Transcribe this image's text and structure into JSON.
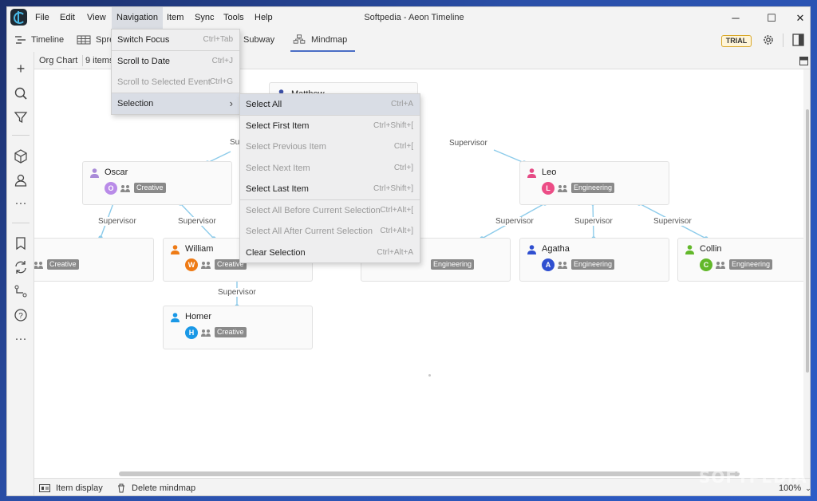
{
  "app": {
    "title": "Softpedia - Aeon Timeline",
    "menus": [
      "File",
      "Edit",
      "View",
      "Navigation",
      "Item",
      "Sync",
      "Tools",
      "Help"
    ],
    "window_controls": {
      "minimize": "─",
      "maximize": "☐",
      "close": "✕"
    }
  },
  "toolbar": {
    "tabs": [
      {
        "label": "Timeline",
        "icon": "timeline-icon"
      },
      {
        "label": "Spre",
        "icon": "spreadsheet-icon"
      },
      {
        "label": "Subway",
        "icon": "subway-icon"
      },
      {
        "label": "Mindmap",
        "icon": "mindmap-icon",
        "selected": true
      }
    ],
    "trial_badge": "TRIAL",
    "accent": "#4a6ec5"
  },
  "breadcrumb": {
    "view": "Org Chart",
    "count": "9 items"
  },
  "sidebar": {
    "icons": [
      "add-icon",
      "search-icon",
      "filter-icon",
      "cube-icon",
      "person-icon",
      "more-icon",
      "bookmark-icon",
      "sync-icon",
      "path-icon",
      "help-icon",
      "more-icon"
    ]
  },
  "nav_menu": {
    "items": [
      {
        "label": "Switch Focus",
        "shortcut": "Ctrl+Tab",
        "disabled": false
      },
      {
        "label": "Scroll to Date",
        "shortcut": "Ctrl+J",
        "disabled": false
      },
      {
        "label": "Scroll to Selected Event",
        "shortcut": "Ctrl+G",
        "disabled": true
      },
      {
        "label": "Selection",
        "shortcut": "›",
        "disabled": false,
        "highlighted": true
      }
    ]
  },
  "selection_menu": {
    "items": [
      {
        "label": "Select All",
        "shortcut": "Ctrl+A",
        "disabled": false
      },
      {
        "label": "Select First Item",
        "shortcut": "Ctrl+Shift+[",
        "disabled": false
      },
      {
        "label": "Select Previous Item",
        "shortcut": "Ctrl+[",
        "disabled": true
      },
      {
        "label": "Select Next Item",
        "shortcut": "Ctrl+]",
        "disabled": true
      },
      {
        "label": "Select Last Item",
        "shortcut": "Ctrl+Shift+]",
        "disabled": false
      },
      {
        "label": "Select All Before Current Selection",
        "shortcut": "Ctrl+Alt+[",
        "disabled": true
      },
      {
        "label": "Select All After Current Selection",
        "shortcut": "Ctrl+Alt+]",
        "disabled": true
      },
      {
        "label": "Clear Selection",
        "shortcut": "Ctrl+Alt+A",
        "disabled": false
      }
    ]
  },
  "mindmap": {
    "link_label": "Supervisor",
    "nodes": {
      "matthew": {
        "name": "Matthew",
        "person_color": "#3a4fa5"
      },
      "oscar": {
        "name": "Oscar",
        "initial": "O",
        "avatar_color": "#b98be8",
        "person_color": "#a98bd8",
        "tag": "Creative"
      },
      "leo": {
        "name": "Leo",
        "initial": "L",
        "avatar_color": "#ec4d86",
        "person_color": "#e54b85",
        "tag": "Engineering"
      },
      "left_leaf": {
        "tag": "Creative"
      },
      "william": {
        "name": "William",
        "initial": "W",
        "avatar_color": "#ee7b16",
        "person_color": "#ee7b16",
        "tag": "Creative"
      },
      "hidden_leaf": {
        "tag": "Engineering"
      },
      "agatha": {
        "name": "Agatha",
        "initial": "A",
        "avatar_color": "#2f4fd0",
        "person_color": "#2f4fd0",
        "tag": "Engineering"
      },
      "collin": {
        "name": "Collin",
        "initial": "C",
        "avatar_color": "#62b82a",
        "person_color": "#62b82a",
        "tag": "Engineering"
      },
      "homer": {
        "name": "Homer",
        "initial": "H",
        "avatar_color": "#1a98e6",
        "person_color": "#1a98e6",
        "tag": "Creative"
      }
    },
    "link_color": "#8ccbea"
  },
  "statusbar": {
    "item_display": "Item display",
    "delete_mindmap": "Delete mindmap",
    "zoom": "100%"
  },
  "watermark": "SOFTPEDIA"
}
